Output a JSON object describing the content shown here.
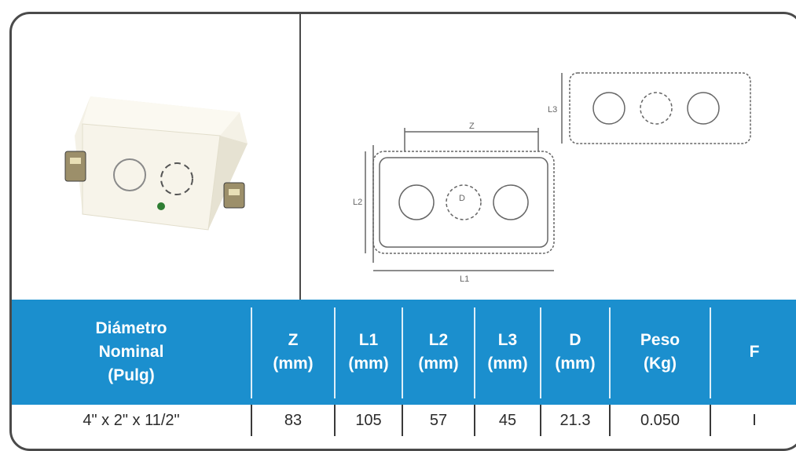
{
  "table": {
    "headers": [
      "Diámetro\nNominal\n(Pulg)",
      "Z\n(mm)",
      "L1\n(mm)",
      "L2\n(mm)",
      "L3\n(mm)",
      "D\n(mm)",
      "Peso\n(Kg)",
      "F"
    ],
    "row": [
      "4\" x 2\" x 11/2\"",
      "83",
      "105",
      "57",
      "45",
      "21.3",
      "0.050",
      "I"
    ]
  },
  "drawing_labels": {
    "z": "Z",
    "l1": "L1",
    "l2": "L2",
    "l3": "L3",
    "d": "D"
  },
  "colors": {
    "header_band": "#1b8fce",
    "border": "#4a4a4a",
    "text": "#2b2b2b"
  }
}
